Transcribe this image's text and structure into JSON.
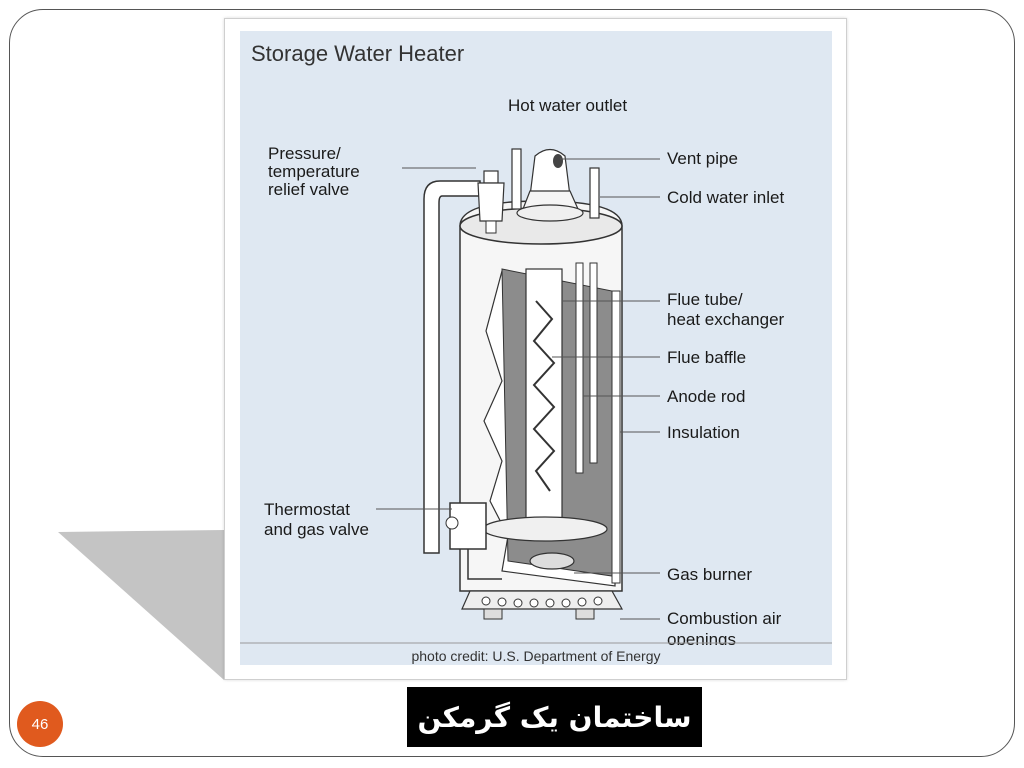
{
  "slide": {
    "page_number": "46",
    "caption": "ساختمان یک گرمکن"
  },
  "diagram": {
    "title": "Storage Water Heater",
    "labels": {
      "hot_water_outlet": "Hot water outlet",
      "pressure_relief_line1": "Pressure/",
      "pressure_relief_line2": "temperature",
      "pressure_relief_line3": "relief valve",
      "vent_pipe": "Vent pipe",
      "cold_water_inlet": "Cold water inlet",
      "flue_tube_line1": "Flue tube/",
      "flue_tube_line2": "heat exchanger",
      "flue_baffle": "Flue baffle",
      "anode_rod": "Anode rod",
      "insulation": "Insulation",
      "thermostat_line1": "Thermostat",
      "thermostat_line2": "and gas valve",
      "gas_burner": "Gas burner",
      "combustion_line1": "Combustion air",
      "combustion_line2": "openings"
    },
    "credit": "photo credit: U.S. Department of Energy"
  },
  "colors": {
    "panel_bg": "#dfe8f2",
    "badge": "#e05a1e",
    "caption_bg": "#000000"
  }
}
